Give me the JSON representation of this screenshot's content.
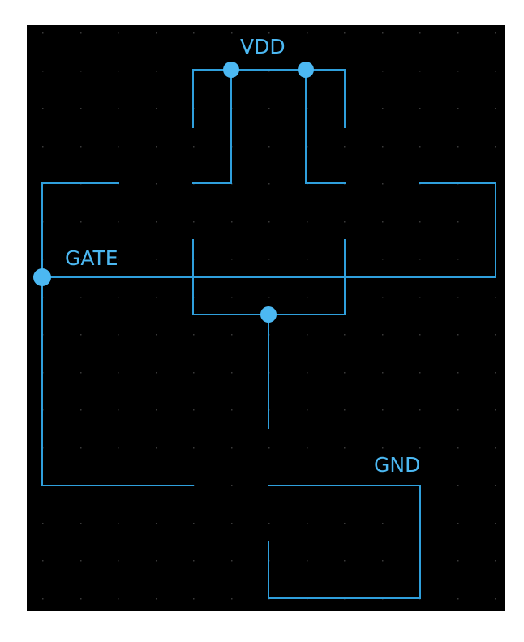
{
  "colors": {
    "background": "#000000",
    "wire": "#2f9fdc",
    "junction": "#4cb8f2",
    "grid_dot": "#3a3a3a",
    "label": "#4cb8f2",
    "frame": "#ffffff"
  },
  "labels": {
    "vdd": "VDD",
    "gate": "GATE",
    "gnd": "GND"
  },
  "grid": {
    "visible": true
  }
}
